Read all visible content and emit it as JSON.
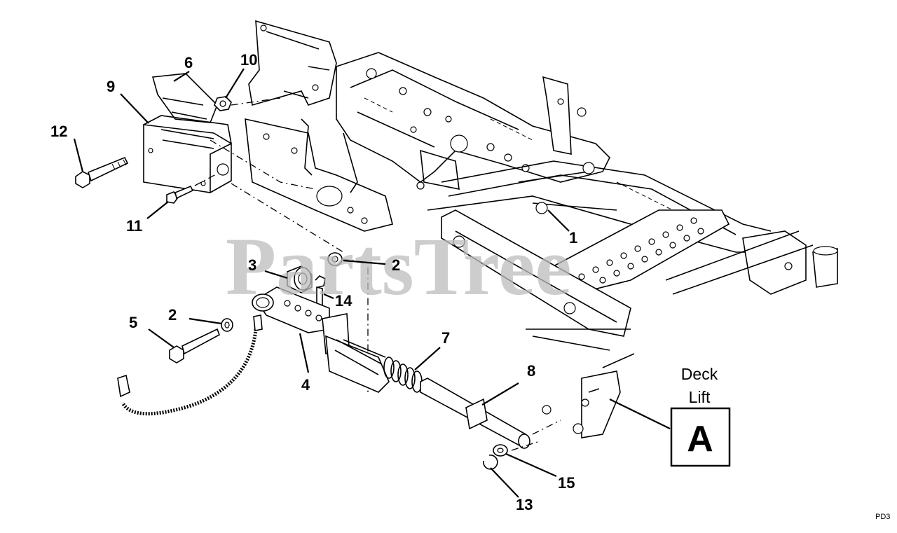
{
  "watermark": "PartsTree",
  "callouts": {
    "c1": "1",
    "c2a": "2",
    "c2b": "2",
    "c3": "3",
    "c4": "4",
    "c5": "5",
    "c6": "6",
    "c7": "7",
    "c8": "8",
    "c9": "9",
    "c10": "10",
    "c11": "11",
    "c12": "12",
    "c13": "13",
    "c14": "14",
    "c15": "15"
  },
  "reference": {
    "line1": "Deck",
    "line2": "Lift",
    "letter": "A"
  },
  "drawing_code": "PD3"
}
